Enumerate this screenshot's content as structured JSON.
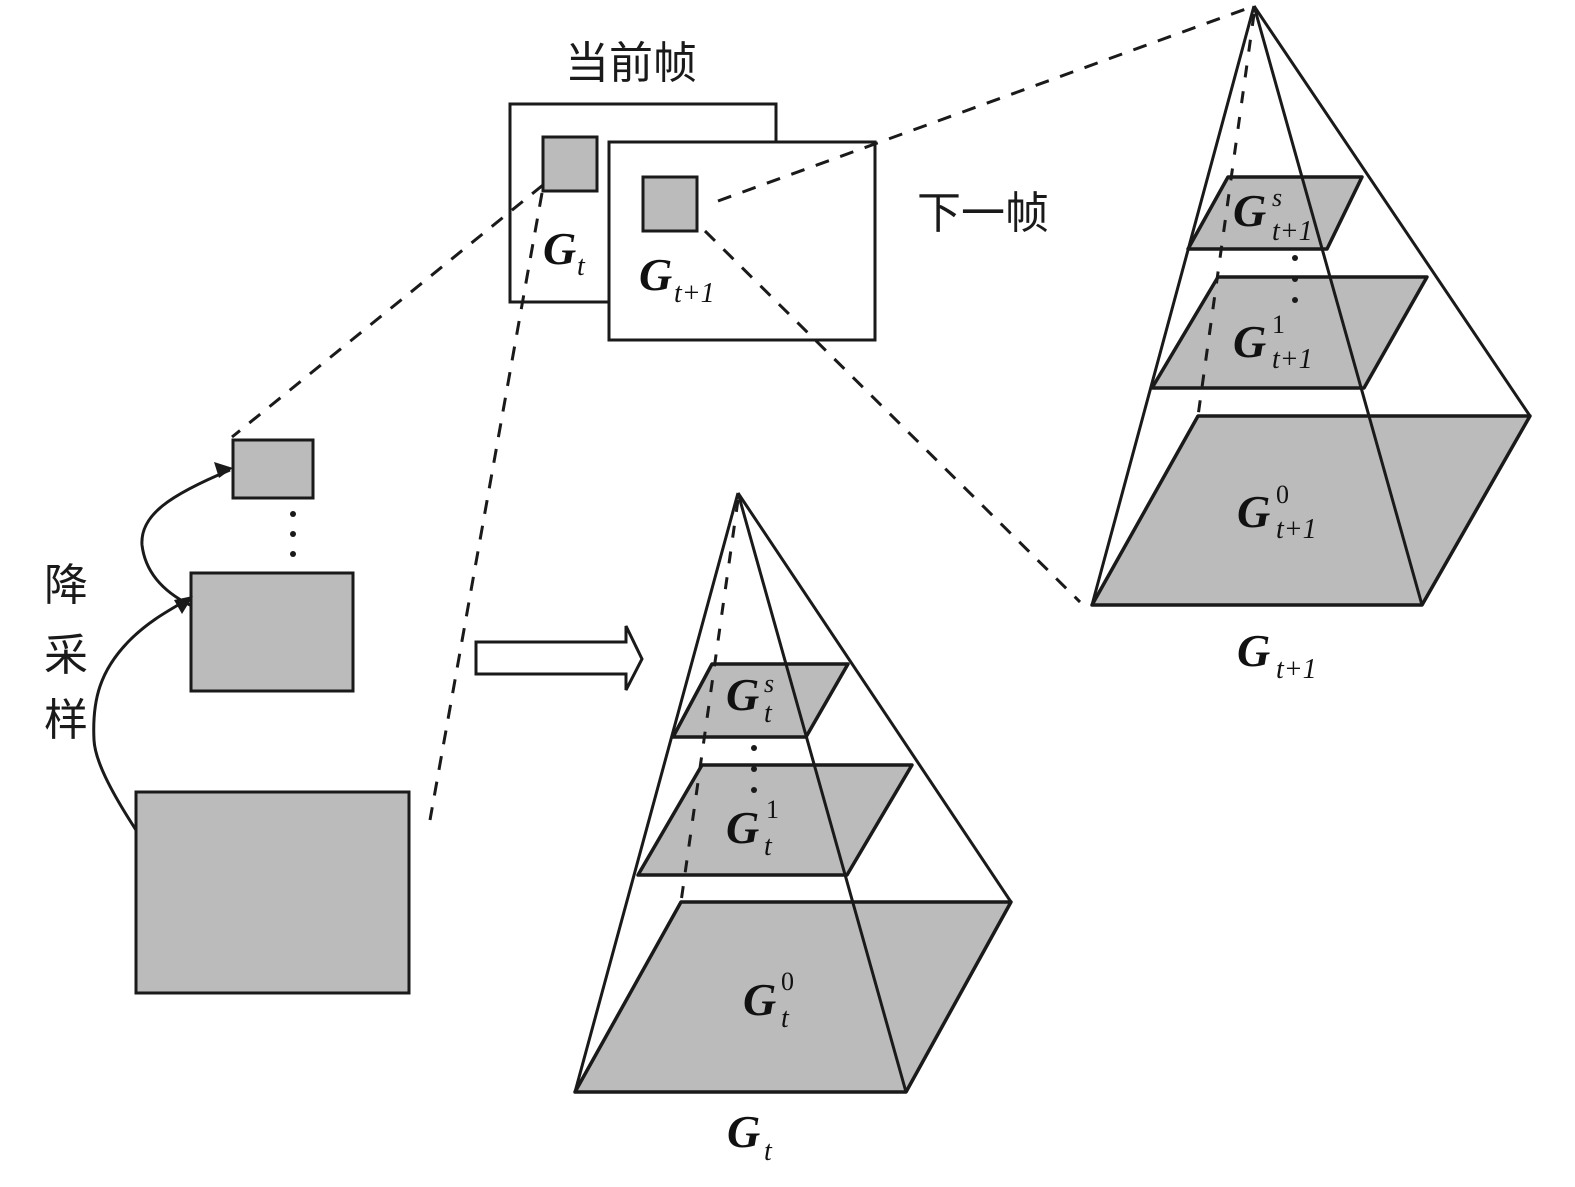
{
  "labels": {
    "current_frame": "当前帧",
    "next_frame": "下一帧",
    "downsample": [
      "降",
      "采",
      "样"
    ]
  },
  "frames": {
    "current": {
      "symbol": "G",
      "sub": "t"
    },
    "next": {
      "symbol": "G",
      "sub": "t+1"
    }
  },
  "pyramid_t": {
    "caption": {
      "symbol": "G",
      "sub": "t"
    },
    "levels": [
      {
        "symbol": "G",
        "sub": "t",
        "sup": "s"
      },
      {
        "symbol": "G",
        "sub": "t",
        "sup": "1"
      },
      {
        "symbol": "G",
        "sub": "t",
        "sup": "0"
      }
    ]
  },
  "pyramid_t1": {
    "caption": {
      "symbol": "G",
      "sub": "t+1"
    },
    "levels": [
      {
        "symbol": "G",
        "sub": "t+1",
        "sup": "s"
      },
      {
        "symbol": "G",
        "sub": "t+1",
        "sup": "1"
      },
      {
        "symbol": "G",
        "sub": "t+1",
        "sup": "0"
      }
    ]
  },
  "colors": {
    "fill_gray": "#bbbbbb",
    "stroke": "#1a1a1a",
    "background": "#ffffff"
  }
}
